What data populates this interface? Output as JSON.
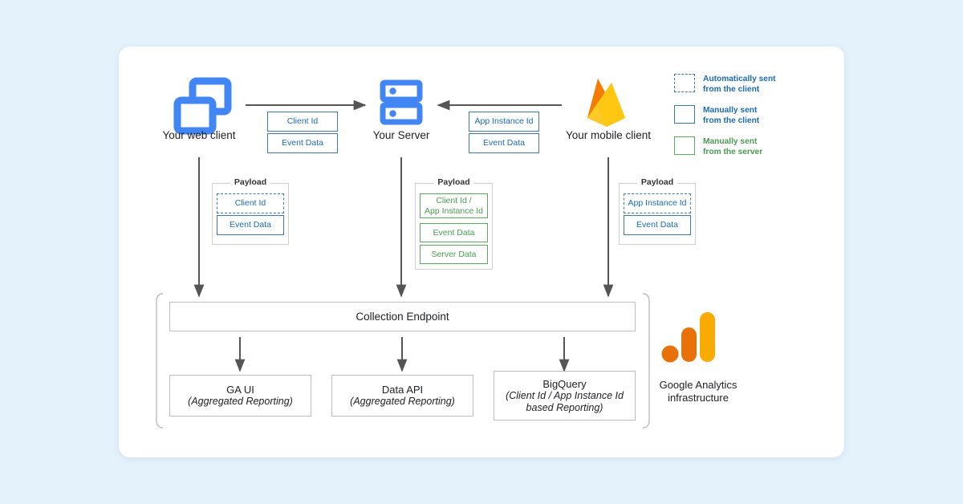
{
  "background_color": "#e4f2fb",
  "card_color": "#ffffff",
  "colors": {
    "blue_accent": "#1a6bb5",
    "blue_border": "#3c78aa",
    "green_accent": "#4a9b52",
    "green_border": "#5aa75e",
    "grey_border": "#bdbdbd",
    "arrow": "#555555",
    "icon_blue": "#4285f4",
    "firebase_orange": "#f5820d",
    "firebase_yellow": "#ffc24a",
    "ga_orange": "#e8710a",
    "ga_yellow": "#f9ab00"
  },
  "nodes": {
    "web_client": {
      "label": "Your web client",
      "icon": "browser-windows-icon"
    },
    "server": {
      "label": "Your Server",
      "icon": "server-rack-icon"
    },
    "mobile_client": {
      "label": "Your mobile client",
      "icon": "firebase-flame-icon"
    }
  },
  "transfers": {
    "web_to_server": {
      "direction": "right",
      "chips": [
        "Client Id",
        "Event Data"
      ]
    },
    "mobile_to_server": {
      "direction": "left",
      "chips": [
        "App Instance Id",
        "Event Data"
      ]
    }
  },
  "payloads": [
    {
      "title": "Payload",
      "source": "web-client",
      "items": [
        {
          "label": "Client Id",
          "style": "blue-dashed"
        },
        {
          "label": "Event Data",
          "style": "blue-solid"
        }
      ]
    },
    {
      "title": "Payload",
      "source": "server",
      "items": [
        {
          "label": "Client Id /\nApp Instance Id",
          "style": "green-solid"
        },
        {
          "label": "Event Data",
          "style": "green-solid"
        },
        {
          "label": "Server Data",
          "style": "green-solid"
        }
      ]
    },
    {
      "title": "Payload",
      "source": "mobile-client",
      "items": [
        {
          "label": "App Instance Id",
          "style": "blue-dashed"
        },
        {
          "label": "Event Data",
          "style": "blue-solid"
        }
      ]
    }
  ],
  "payload_labels": {
    "web_title": "Payload",
    "web_item_1": "Client Id",
    "web_item_2": "Event Data",
    "server_title": "Payload",
    "server_item_1_line1": "Client Id /",
    "server_item_1_line2": "App Instance Id",
    "server_item_2": "Event Data",
    "server_item_3": "Server Data",
    "mobile_title": "Payload",
    "mobile_item_1": "App Instance Id",
    "mobile_item_2": "Event Data"
  },
  "chip_labels": {
    "web_client_id": "Client Id",
    "web_event_data": "Event Data",
    "mobile_app_instance_id": "App Instance Id",
    "mobile_event_data": "Event Data"
  },
  "legend": {
    "items": [
      {
        "swatch": "dashed-blue",
        "line1": "Automatically sent",
        "line2": "from the client",
        "color": "blue"
      },
      {
        "swatch": "solid-blue",
        "line1": "Manually sent",
        "line2": "from the client",
        "color": "blue"
      },
      {
        "swatch": "solid-green",
        "line1": "Manually sent",
        "line2": "from the server",
        "color": "green"
      }
    ]
  },
  "pipeline": {
    "collection_endpoint": "Collection Endpoint",
    "outputs": [
      {
        "title": "GA UI",
        "subtitle": "(Aggregated Reporting)"
      },
      {
        "title": "Data API",
        "subtitle": "(Aggregated Reporting)"
      },
      {
        "title": "BigQuery",
        "subtitle": "(Client Id / App Instance Id\nbased Reporting)"
      }
    ]
  },
  "pipeline_labels": {
    "endpoint": "Collection Endpoint",
    "out1_title": "GA UI",
    "out1_sub": "(Aggregated Reporting)",
    "out2_title": "Data API",
    "out2_sub": "(Aggregated Reporting)",
    "out3_title": "BigQuery",
    "out3_sub_line1": "(Client Id / App Instance Id",
    "out3_sub_line2": "based Reporting)"
  },
  "ga_infrastructure": {
    "icon": "google-analytics-logo",
    "caption_line1": "Google Analytics",
    "caption_line2": "infrastructure"
  }
}
